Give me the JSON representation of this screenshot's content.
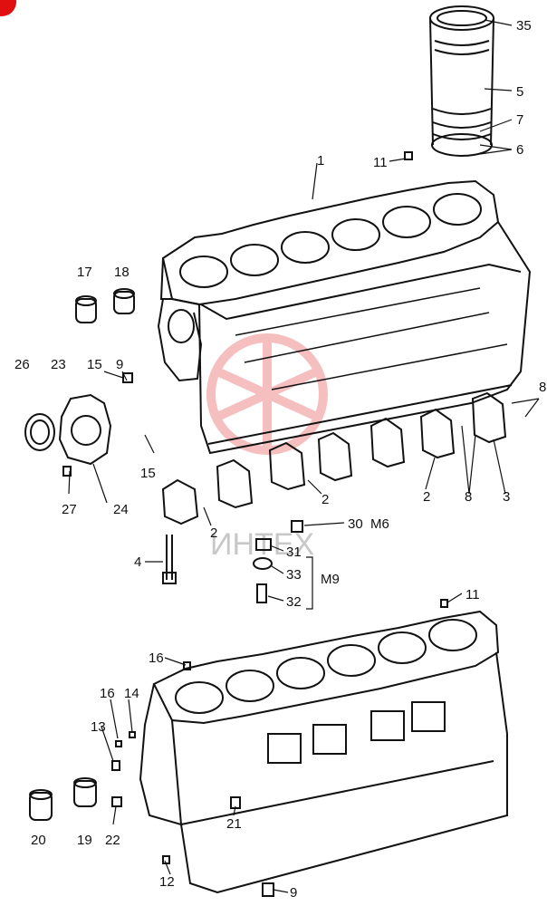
{
  "watermark": {
    "text": "ИНТЕХ",
    "color": "#e23a3a"
  },
  "corner_badge_color": "#e01010",
  "callouts": {
    "n35": "35",
    "n5": "5",
    "n7": "7",
    "n6": "6",
    "n11a": "11",
    "n1": "1",
    "n17": "17",
    "n18": "18",
    "n26": "26",
    "n23": "23",
    "n15a": "15",
    "n9a": "9",
    "n8a": "8",
    "n15b": "15",
    "n27": "27",
    "n24": "24",
    "n2a": "2",
    "n2b": "2",
    "n2c": "2",
    "n8b": "8",
    "n3": "3",
    "n30": "30",
    "m6": "M6",
    "n4": "4",
    "n31": "31",
    "n33": "33",
    "m9": "M9",
    "n32": "32",
    "n11b": "11",
    "n16a": "16",
    "n16b": "16",
    "n14": "14",
    "n13": "13",
    "n20": "20",
    "n19": "19",
    "n22": "22",
    "n21": "21",
    "n12": "12",
    "n9b": "9"
  }
}
